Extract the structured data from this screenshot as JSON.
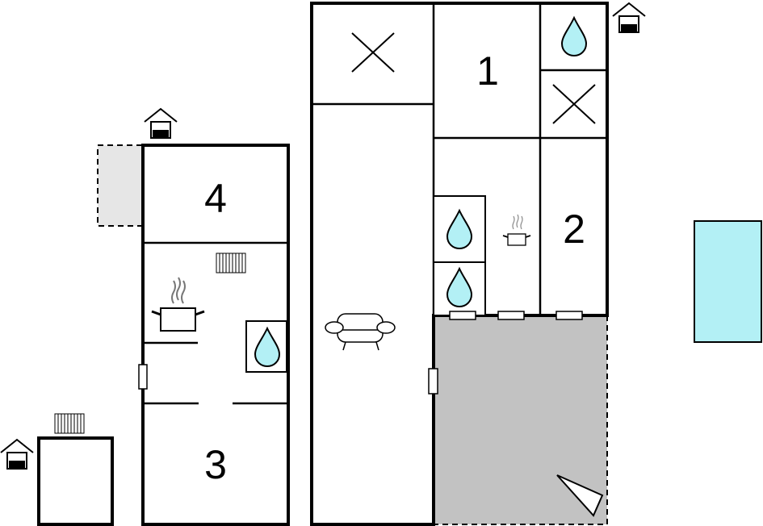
{
  "floorplan": {
    "rooms": [
      {
        "number": "1"
      },
      {
        "number": "2"
      },
      {
        "number": "3"
      },
      {
        "number": "4"
      }
    ],
    "colors": {
      "wall": "#000000",
      "water": "#b3f0f5",
      "terrace": "#c2c2c2",
      "annex": "#e6e6e6",
      "pool": "#b3f0f5"
    },
    "icons": [
      "house-entrance-icon",
      "bed-cross-icon",
      "water-drop-icon",
      "cooking-pot-icon",
      "radiator-icon",
      "sofa-icon",
      "north-arrow-icon",
      "door-icon"
    ]
  }
}
